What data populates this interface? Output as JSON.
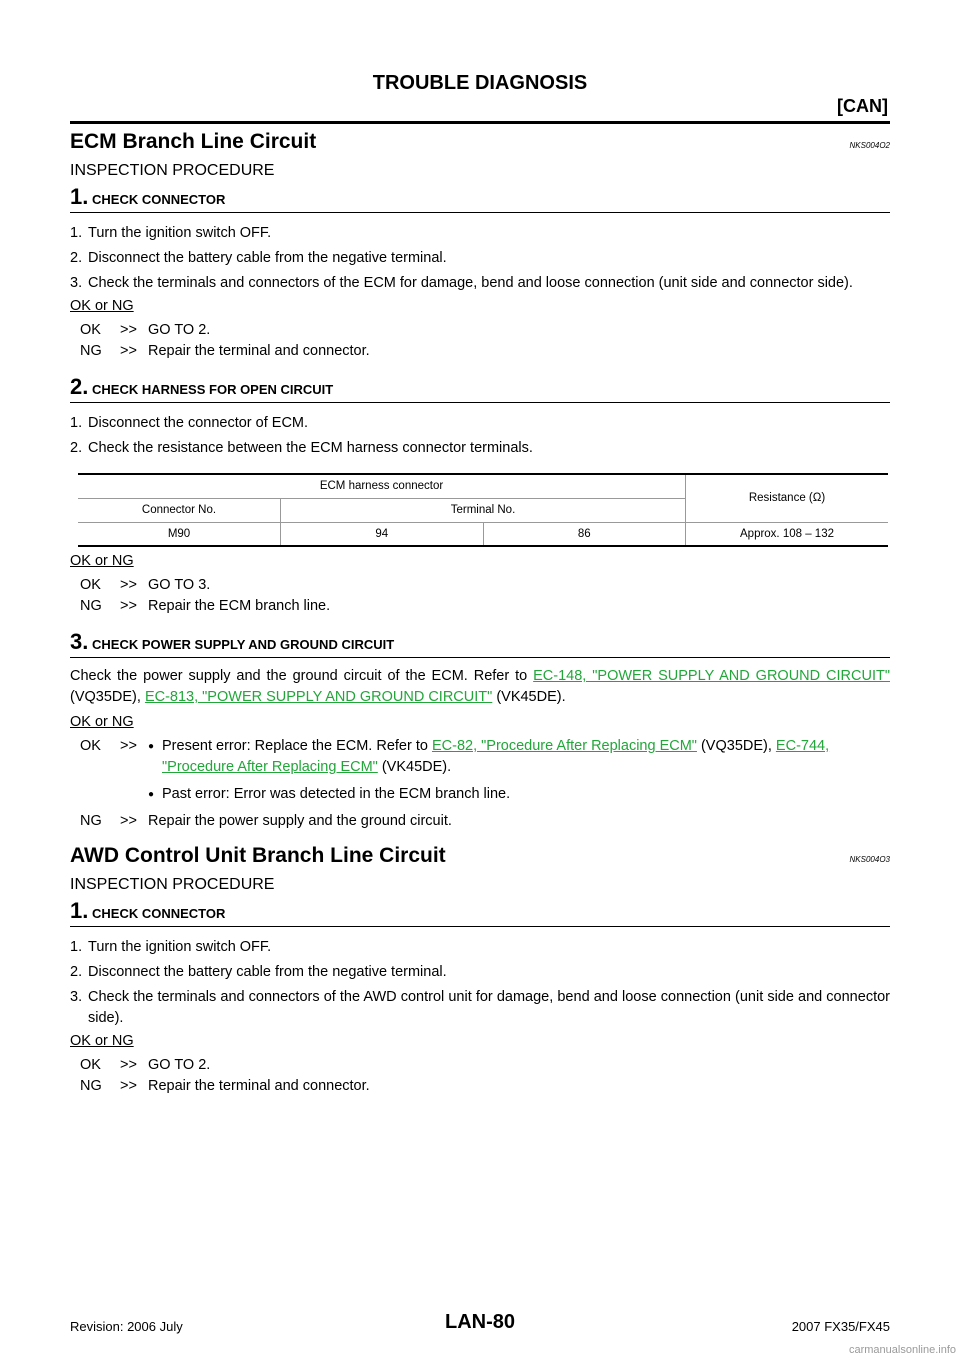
{
  "header": {
    "title": "TROUBLE DIAGNOSIS",
    "section": "[CAN]"
  },
  "ecm": {
    "title": "ECM Branch Line Circuit",
    "code": "NKS004O2",
    "sub": "INSPECTION PROCEDURE",
    "step1": {
      "num": "1.",
      "title": "CHECK CONNECTOR",
      "items": [
        {
          "n": "1.",
          "t": "Turn the ignition switch OFF."
        },
        {
          "n": "2.",
          "t": "Disconnect the battery cable from the negative terminal."
        },
        {
          "n": "3.",
          "t": "Check the terminals and connectors of the ECM for damage, bend and loose connection (unit side and connector side)."
        }
      ],
      "oknq": "OK or NG",
      "ok": {
        "k": "OK",
        "arr": ">>",
        "v": "GO TO 2."
      },
      "ng": {
        "k": "NG",
        "arr": ">>",
        "v": "Repair the terminal and connector."
      }
    },
    "step2": {
      "num": "2.",
      "title": "CHECK HARNESS FOR OPEN CIRCUIT",
      "items": [
        {
          "n": "1.",
          "t": "Disconnect the connector of ECM."
        },
        {
          "n": "2.",
          "t": "Check the resistance between the ECM harness connector terminals."
        }
      ],
      "table": {
        "group_header": "ECM harness connector",
        "resistance_header": "Resistance (Ω)",
        "connector_header": "Connector No.",
        "terminal_header": "Terminal No.",
        "connector": "M90",
        "terminal_a": "94",
        "terminal_b": "86",
        "resistance": "Approx. 108 – 132"
      },
      "oknq": "OK or NG",
      "ok": {
        "k": "OK",
        "arr": ">>",
        "v": "GO TO 3."
      },
      "ng": {
        "k": "NG",
        "arr": ">>",
        "v": "Repair the ECM branch line."
      }
    },
    "step3": {
      "num": "3.",
      "title": "CHECK POWER SUPPLY AND GROUND CIRCUIT",
      "para": {
        "pre": "Check the power supply and the ground circuit of the ECM. Refer to ",
        "link1": "EC-148, \"POWER SUPPLY AND GROUND CIRCUIT\"",
        "mid": " (VQ35DE), ",
        "link2": "EC-813, \"POWER SUPPLY AND GROUND CIRCUIT\"",
        "post": " (VK45DE)."
      },
      "oknq": "OK or NG",
      "ok": {
        "k": "OK",
        "arr": ">>",
        "b1_pre": "Present error: Replace the ECM. Refer to ",
        "b1_link1": "EC-82, \"Procedure After Replacing ECM\"",
        "b1_mid": " (VQ35DE), ",
        "b1_link2": "EC-744, \"Procedure After Replacing ECM\"",
        "b1_post": " (VK45DE).",
        "b2": "Past error: Error was detected in the ECM branch line."
      },
      "ng": {
        "k": "NG",
        "arr": ">>",
        "v": "Repair the power supply and the ground circuit."
      }
    }
  },
  "awd": {
    "title": "AWD Control Unit Branch Line Circuit",
    "code": "NKS004O3",
    "sub": "INSPECTION PROCEDURE",
    "step1": {
      "num": "1.",
      "title": "CHECK CONNECTOR",
      "items": [
        {
          "n": "1.",
          "t": "Turn the ignition switch OFF."
        },
        {
          "n": "2.",
          "t": "Disconnect the battery cable from the negative terminal."
        },
        {
          "n": "3.",
          "t": "Check the terminals and connectors of the AWD control unit for damage, bend and loose connection (unit side and connector side)."
        }
      ],
      "oknq": "OK or NG",
      "ok": {
        "k": "OK",
        "arr": ">>",
        "v": "GO TO 2."
      },
      "ng": {
        "k": "NG",
        "arr": ">>",
        "v": "Repair the terminal and connector."
      }
    }
  },
  "footer": {
    "revision": "Revision: 2006 July",
    "page": "LAN-80",
    "model": "2007 FX35/FX45",
    "watermark": "carmanualsonline.info"
  }
}
